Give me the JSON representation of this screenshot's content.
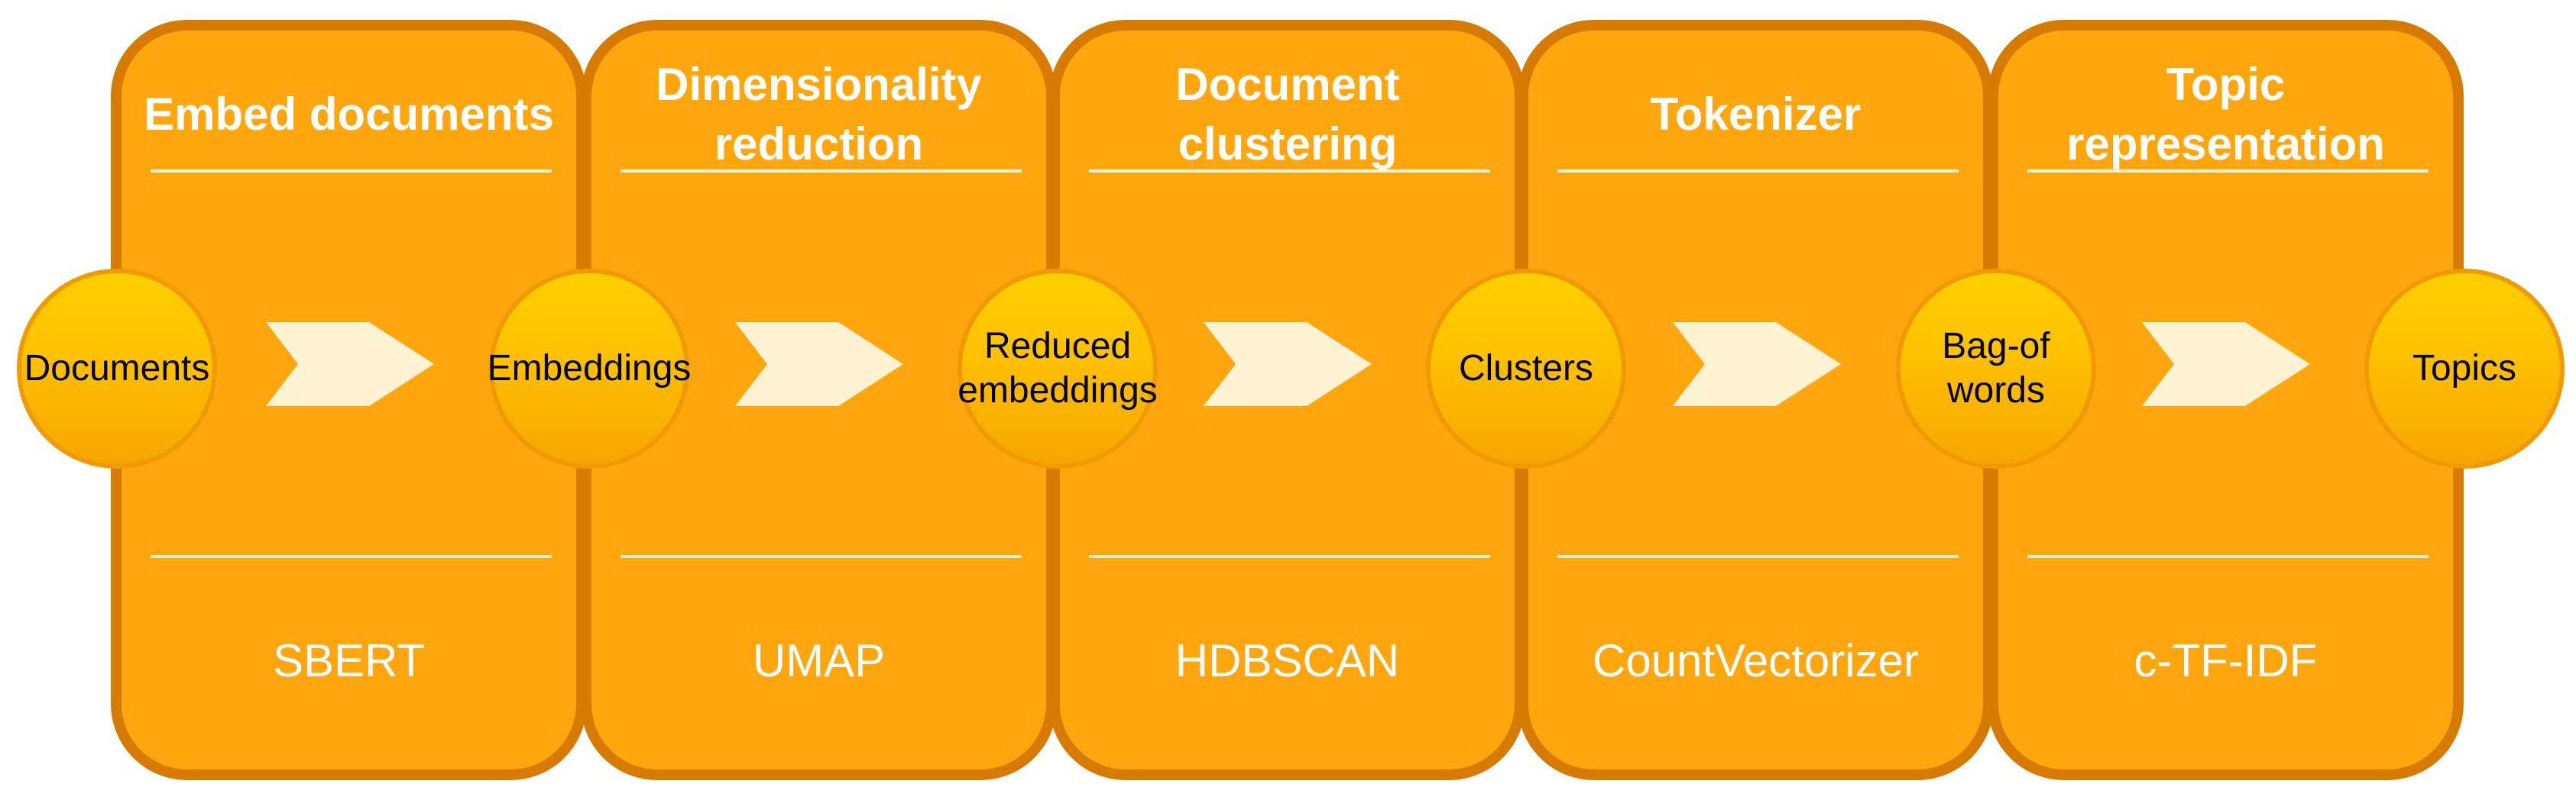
{
  "stages": [
    {
      "title": "Embed documents",
      "tool": "SBERT"
    },
    {
      "title": "Dimensionality reduction",
      "tool": "UMAP"
    },
    {
      "title": "Document clustering",
      "tool": "HDBSCAN"
    },
    {
      "title": "Tokenizer",
      "tool": "CountVectorizer"
    },
    {
      "title": "Topic representation",
      "tool": "c-TF-IDF"
    }
  ],
  "nodes": [
    {
      "label": "Documents"
    },
    {
      "label": "Embeddings"
    },
    {
      "label": "Reduced embeddings"
    },
    {
      "label": "Clusters"
    },
    {
      "label": "Bag-of words"
    },
    {
      "label": "Topics"
    }
  ],
  "arrow_icon": "chevron-arrow-right-icon",
  "colors": {
    "panel_fill": "#ffa60e",
    "panel_border": "#d67a00",
    "node_fill": "#ffc000",
    "arrow_fill": "#fff3d4",
    "text_light": "#ffffff",
    "text_dark": "#000000"
  }
}
